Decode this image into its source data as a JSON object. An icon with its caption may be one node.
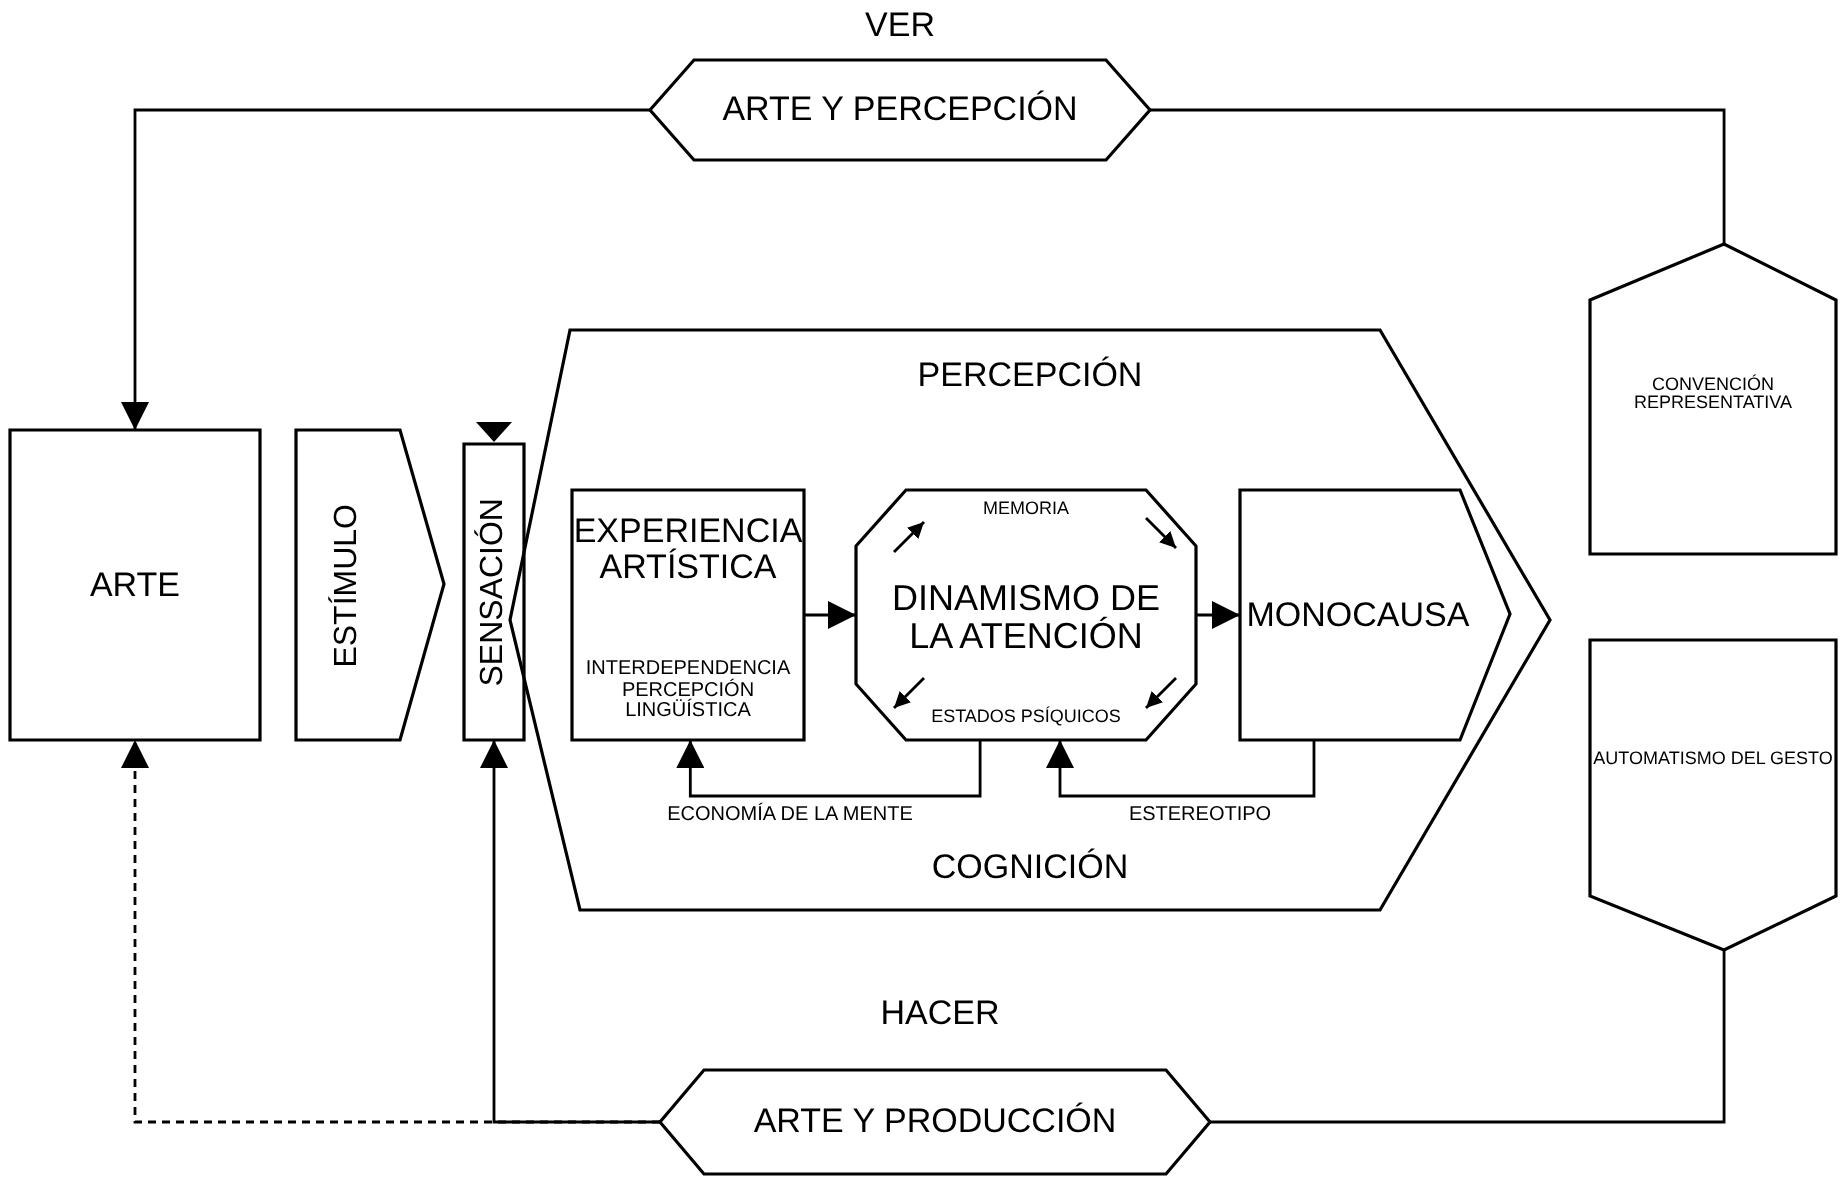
{
  "diagram": {
    "nodes": [
      {
        "text": [
          "ARTE Y PERCEPCIÓN"
        ],
        "beside": [
          "VER"
        ]
      },
      {
        "text": [
          "CONVENCIÓN REPRESENTATIVA"
        ]
      },
      {
        "text": [
          "ARTE"
        ]
      },
      {
        "text": [
          "ESTÍMULO"
        ]
      },
      {
        "text": [
          "SENSACIÓN"
        ]
      },
      {
        "text": [
          "PERCEPCIÓN",
          "COGNICIÓN"
        ]
      },
      {
        "text": [
          "EXPERIENCIA ARTÍSTICA",
          "INTERDEPENDENCIA PERCEPCIÓN LINGÜÍSTICA"
        ],
        "in": 5
      },
      {
        "text": [
          "MEMORIA",
          "DINAMISMO DE LA ATENCIÓN",
          "ESTADOS PSÍQUICOS"
        ],
        "in": 5
      },
      {
        "text": [
          "MONOCAUSA"
        ],
        "in": 5
      },
      {
        "text": [
          "AUTOMATISMO DEL GESTO"
        ]
      },
      {
        "text": [
          "ARTE Y PRODUCCIÓN"
        ],
        "beside": [
          "HACER"
        ]
      }
    ],
    "edges": [
      {
        "from": 1,
        "to": 0,
        "arrow": "none"
      },
      {
        "from": 0,
        "to": 2,
        "arrow": "to"
      },
      {
        "from": 6,
        "to": 7,
        "arrow": "to"
      },
      {
        "from": 7,
        "to": 8,
        "arrow": "to"
      },
      {
        "from": 7,
        "to": 6,
        "arrow": "to",
        "label": "ECONOMÍA DE LA MENTE"
      },
      {
        "from": 8,
        "to": 7,
        "arrow": "to",
        "label": "ESTEREOTIPO"
      },
      {
        "from": 9,
        "to": 10,
        "arrow": "none"
      },
      {
        "from": 10,
        "to": 4,
        "arrow": "to"
      },
      {
        "from": 10,
        "to": 2,
        "arrow": "to",
        "style": "dashed"
      }
    ]
  }
}
